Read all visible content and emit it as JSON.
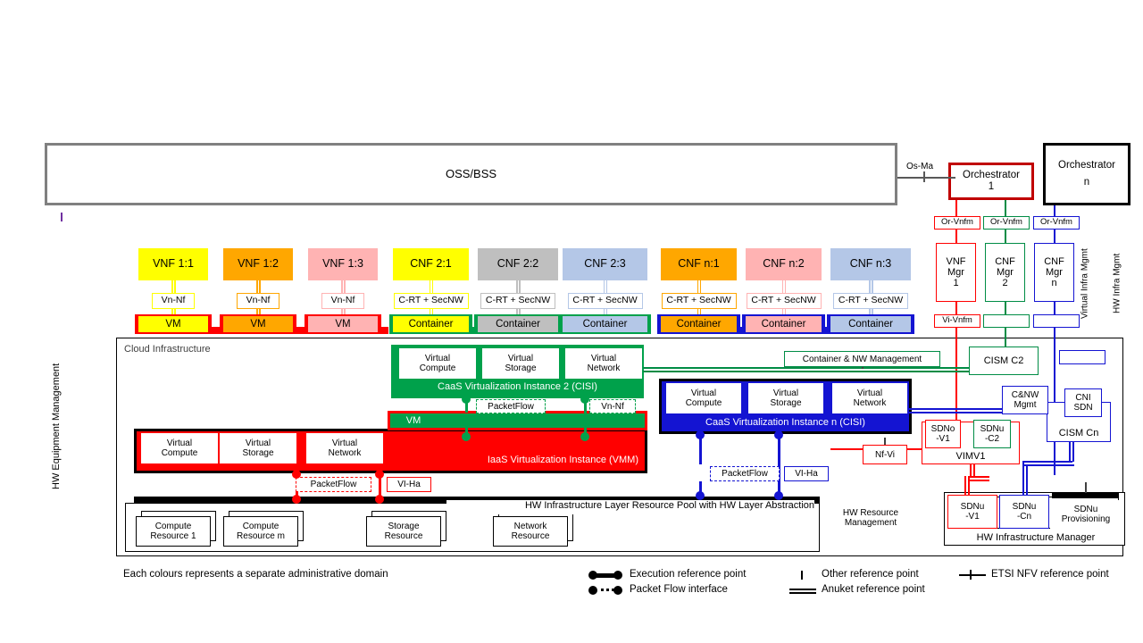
{
  "diagram": {
    "caption": "Each colours represents a separate administrative domain",
    "cloud_infrastructure_label": "Cloud Infrastructure",
    "hw_pool_label": "HW Infrastructure Layer Resource Pool with HW Layer Abstraction"
  },
  "oss": {
    "label": "OSS/BSS"
  },
  "orchestrators": [
    {
      "label": "Orchestrator",
      "sub": "1",
      "color": "#C00000"
    },
    {
      "label": "Orchestrator",
      "sub": "n",
      "color": "#000000"
    }
  ],
  "managers": [
    {
      "l1": "VNF",
      "l2": "Mgr",
      "l3": "1",
      "color": "#FF0000"
    },
    {
      "l1": "CNF",
      "l2": "Mgr",
      "l3": "2",
      "color": "#008C45"
    },
    {
      "l1": "CNF",
      "l2": "Mgr",
      "l3": "n",
      "color": "#1414D2"
    }
  ],
  "refpoints": {
    "os_ma": "Os-Ma",
    "or_vnfm": "Or-Vnfm",
    "vi_vnfm": "Vi-Vnfm",
    "vn_nf": "Vn-Nf",
    "crt_secnw": "C-RT + SecNW",
    "packetflow": "PacketFlow",
    "vi_ha": "VI-Ha",
    "nf_vi": "Nf-Vi"
  },
  "functions": [
    {
      "name": "VNF 1:1",
      "fill": "#FFFF00",
      "rp": "Vn-Nf",
      "unit": "VM",
      "unit_fill": "#FFFF00",
      "domain": "#FF0000"
    },
    {
      "name": "VNF 1:2",
      "fill": "#FFA700",
      "rp": "Vn-Nf",
      "unit": "VM",
      "unit_fill": "#FFA700",
      "domain": "#FF0000"
    },
    {
      "name": "VNF 1:3",
      "fill": "#FFB3B3",
      "rp": "Vn-Nf",
      "unit": "VM",
      "unit_fill": "#FFB3B3",
      "domain": "#FF0000"
    },
    {
      "name": "CNF 2:1",
      "fill": "#FFFF00",
      "rp": "C-RT + SecNW",
      "unit": "Container",
      "unit_fill": "#FFFF00",
      "domain": "#00A14B"
    },
    {
      "name": "CNF 2:2",
      "fill": "#BFBFBF",
      "rp": "C-RT + SecNW",
      "unit": "Container",
      "unit_fill": "#BFBFBF",
      "domain": "#00A14B"
    },
    {
      "name": "CNF 2:3",
      "fill": "#B4C7E7",
      "rp": "C-RT + SecNW",
      "unit": "Container",
      "unit_fill": "#B4C7E7",
      "domain": "#00A14B"
    },
    {
      "name": "CNF n:1",
      "fill": "#FFA700",
      "rp": "C-RT + SecNW",
      "unit": "Container",
      "unit_fill": "#FFA700",
      "domain": "#1414D2"
    },
    {
      "name": "CNF n:2",
      "fill": "#FFB3B3",
      "rp": "C-RT + SecNW",
      "unit": "Container",
      "unit_fill": "#FFB3B3",
      "domain": "#1414D2"
    },
    {
      "name": "CNF n:3",
      "fill": "#B4C7E7",
      "rp": "C-RT + SecNW",
      "unit": "Container",
      "unit_fill": "#B4C7E7",
      "domain": "#1414D2"
    }
  ],
  "virt_resources": {
    "compute_l1": "Virtual",
    "compute_l2": "Compute",
    "storage_l1": "Virtual",
    "storage_l2": "Storage",
    "network_l1": "Virtual",
    "network_l2": "Network"
  },
  "caas2": {
    "title": "CaaS Virtualization Instance 2  (CISI)",
    "vm": "VM",
    "color": "#00A14B"
  },
  "caasn": {
    "title": "CaaS Virtualization Instance n (CISI)",
    "color": "#1414D2"
  },
  "iaas": {
    "title": "IaaS Virtualization Instance (VMM)",
    "color": "#FF0000"
  },
  "hw_resources": [
    {
      "l1": "Compute",
      "l2": "Resource 1"
    },
    {
      "l1": "Compute",
      "l2": "Resource m"
    },
    {
      "l1": "Storage",
      "l2": "Resource"
    },
    {
      "l1": "Network",
      "l2": "Resource"
    }
  ],
  "mgmt": {
    "container_nw": "Container & NW Management",
    "cism_c2": "CISM C2",
    "cism_cn": "CISM Cn",
    "cni_sdn_l1": "CNI",
    "cni_sdn_l2": "SDN",
    "cnw_mgmt_l1": "C&NW",
    "cnw_mgmt_l2": "Mgmt",
    "sdno_v1_l1": "SDNo",
    "sdno_v1_l2": "-V1",
    "sdnu_c2_l1": "SDNu",
    "sdnu_c2_l2": "-C2",
    "vimv1": "VIMV1",
    "sdnu_v1_l1": "SDNu",
    "sdnu_v1_l2": "-V1",
    "sdnu_cn_l1": "SDNu",
    "sdnu_cn_l2": "-Cn",
    "sdnu_prov_l1": "SDNu",
    "sdnu_prov_l2": "Provisioning",
    "hw_infra_manager": "HW Infrastructure Manager",
    "hw_resource_mgmt_l1": "HW Resource",
    "hw_resource_mgmt_l2": "Management"
  },
  "side_labels": {
    "hw_equipment_mgmt": "HW Equipment Management",
    "virtual_infra_mgmt": "Virtual Infra Mgmt",
    "hw_infra_mgmt": "HW Infra Mgmt"
  },
  "legend": [
    {
      "id": "execution",
      "text": "Execution reference point"
    },
    {
      "id": "packetflow",
      "text": "Packet Flow interface"
    },
    {
      "id": "other",
      "text": "Other reference point"
    },
    {
      "id": "anuket",
      "text": "Anuket reference point"
    },
    {
      "id": "etsi",
      "text": "ETSI NFV reference point"
    }
  ]
}
